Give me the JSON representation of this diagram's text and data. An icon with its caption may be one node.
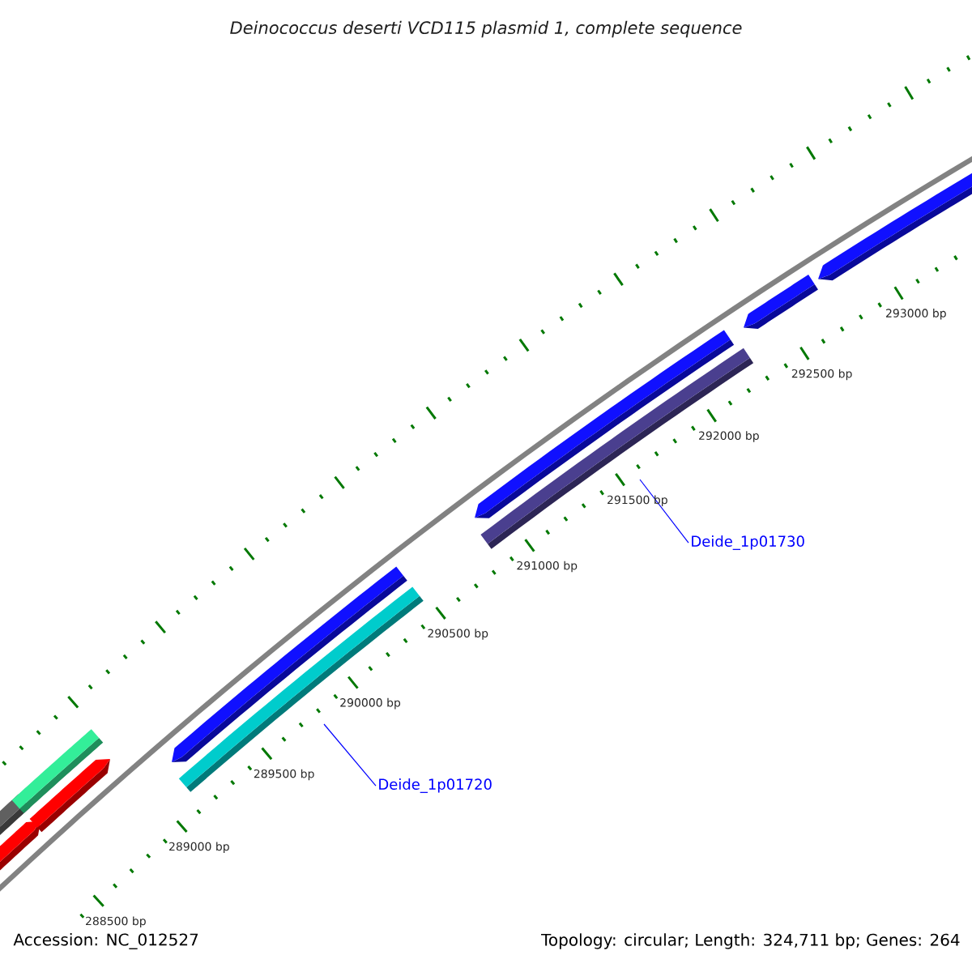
{
  "diagram": {
    "title": "Deinococcus deserti VCD115 plasmid 1, complete sequence",
    "nodes": [
      {
        "text": [
          "Deide_1p01730"
        ]
      },
      {
        "text": [],
        "shape": "bar"
      },
      {
        "text": [
          "Deide_1p01720"
        ]
      },
      {
        "text": [],
        "shape": "bar"
      }
    ],
    "edges": [
      {
        "from": 0,
        "to": 1,
        "arrow": "none"
      },
      {
        "from": 2,
        "to": 3,
        "arrow": "none"
      }
    ],
    "labels": [
      "293000 bp",
      "292500 bp",
      "292000 bp",
      "291500 bp",
      "291000 bp",
      "290500 bp",
      "290000 bp",
      "289500 bp",
      "289000 bp",
      "288500 bp",
      "Accession: NC_012527",
      "Topology: circular; Length: 324,711 bp; Genes: 264"
    ]
  }
}
